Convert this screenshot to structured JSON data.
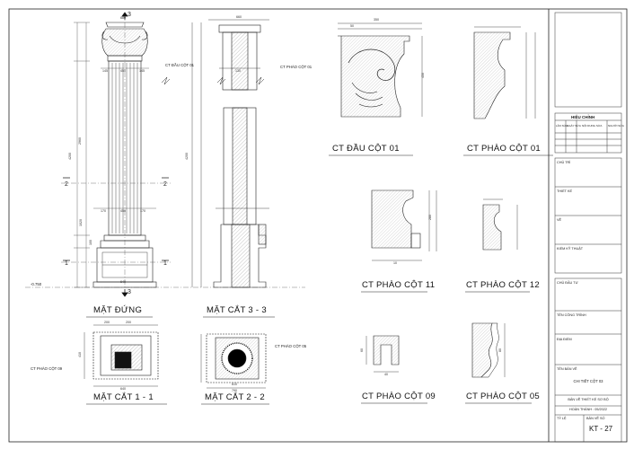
{
  "titles": {
    "mat_dung": "MẶT ĐỨNG",
    "mat_cat_33": "MẶT CẮT 3 - 3",
    "mat_cat_11": "MẶT CẮT 1 - 1",
    "mat_cat_22": "MẶT CẮT 2 - 2",
    "ct_dau_cot_01": "CT ĐẦU CỘT 01",
    "ct_phao_cot_01": "CT PHÀO CỘT 01",
    "ct_phao_cot_11": "CT PHÀO CỘT 11",
    "ct_phao_cot_12": "CT PHÀO CỘT 12",
    "ct_phao_cot_09": "CT PHÀO CỘT 09",
    "ct_phao_cot_05": "CT PHÀO CỘT 05"
  },
  "callouts": {
    "dau_cot": "CT ĐẦU CỘT 01",
    "phao_cot_01": "CT PHÀO CỘT 01",
    "phao_cot_09": "CT PHÀO CỘT 09",
    "phao_cot_05": "CT PHÀO CỘT 05"
  },
  "section_marks": {
    "s1": "1",
    "s2": "2",
    "s3": "3",
    "level": "-0.750"
  },
  "dims": {
    "top_width": "680",
    "width_33": "660",
    "d145a": "145",
    "d450": "450",
    "d145b": "145",
    "d170a": "170",
    "d450b": "450",
    "d170b": "170",
    "d640": "640",
    "d130": "130",
    "h4200a": "4200",
    "h2960": "2960",
    "h4200b": "4200",
    "h1020": "1020",
    "h100": "100",
    "d350": "350",
    "d50": "50",
    "d450c": "450",
    "d610": "610",
    "d790": "790",
    "d200a": "200",
    "d200b": "200",
    "d640b": "640",
    "d410": "410",
    "d10": "10",
    "d280": "280",
    "d40": "40",
    "d60": "60",
    "d80": "80"
  },
  "title_block": {
    "revision_header": "HIỆU CHỈNH",
    "rev_col1": "LẦN SỬA",
    "rev_col2": "NGÀY SỬA",
    "rev_col3": "NỘI DUNG SỬA",
    "rev_col4": "NGƯỜI SỬA",
    "chu_tri": "CHỦ TRÌ",
    "thiet_ke": "THIẾT KẾ",
    "ve": "VẼ",
    "kiem_kt": "KIỂM KỸ THUẬT",
    "chu_dau_tu": "CHỦ ĐẦU TƯ",
    "ten_cong_trinh": "TÊN CÔNG TRÌNH",
    "dia_diem": "ĐỊA ĐIỂM",
    "ten_ban_ve": "TÊN BẢN VẼ",
    "ten_ban_ve_value": "CHI TIẾT CỘT 03",
    "stage": "BẢN VẼ THIẾT KẾ SƠ BỘ",
    "completed": "HOÀN THÀNH : 05/2022",
    "ty_le": "TỶ LỆ",
    "ban_ve_so": "BẢN VẼ SỐ",
    "sheet_no": "KT - 27"
  }
}
